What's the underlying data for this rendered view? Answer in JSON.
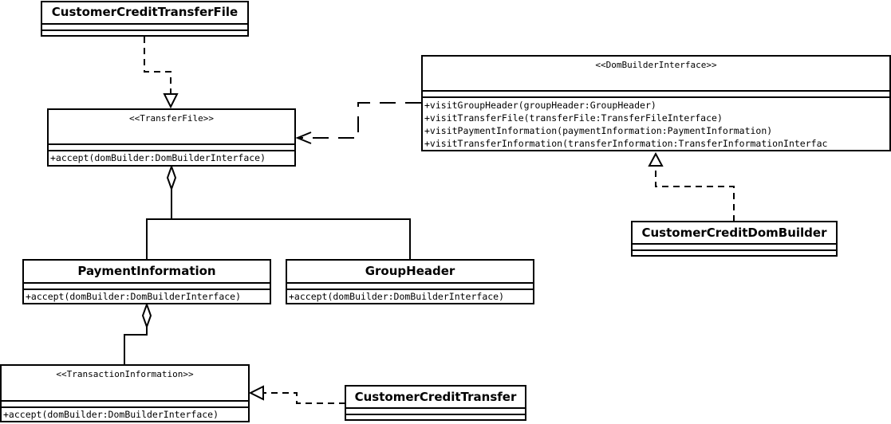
{
  "diagram": {
    "classes": {
      "customer_credit_transfer_file": {
        "name": "CustomerCreditTransferFile"
      },
      "transfer_file": {
        "stereotype": "<<TransferFile>>",
        "operations": [
          "+accept(domBuilder:DomBuilderInterface)"
        ]
      },
      "dom_builder_interface": {
        "stereotype": "<<DomBuilderInterface>>",
        "operations": [
          "+visitGroupHeader(groupHeader:GroupHeader)",
          "+visitTransferFile(transferFile:TransferFileInterface)",
          "+visitPaymentInformation(paymentInformation:PaymentInformation)",
          "+visitTransferInformation(transferInformation:TransferInformationInterfac"
        ]
      },
      "customer_credit_dom_builder": {
        "name": "CustomerCreditDomBuilder"
      },
      "payment_information": {
        "name": "PaymentInformation",
        "operations": [
          "+accept(domBuilder:DomBuilderInterface)"
        ]
      },
      "group_header": {
        "name": "GroupHeader",
        "operations": [
          "+accept(domBuilder:DomBuilderInterface)"
        ]
      },
      "transaction_information": {
        "stereotype": "<<TransactionInformation>>",
        "operations": [
          "+accept(domBuilder:DomBuilderInterface)"
        ]
      },
      "customer_credit_transfer": {
        "name": "CustomerCreditTransfer"
      }
    }
  }
}
